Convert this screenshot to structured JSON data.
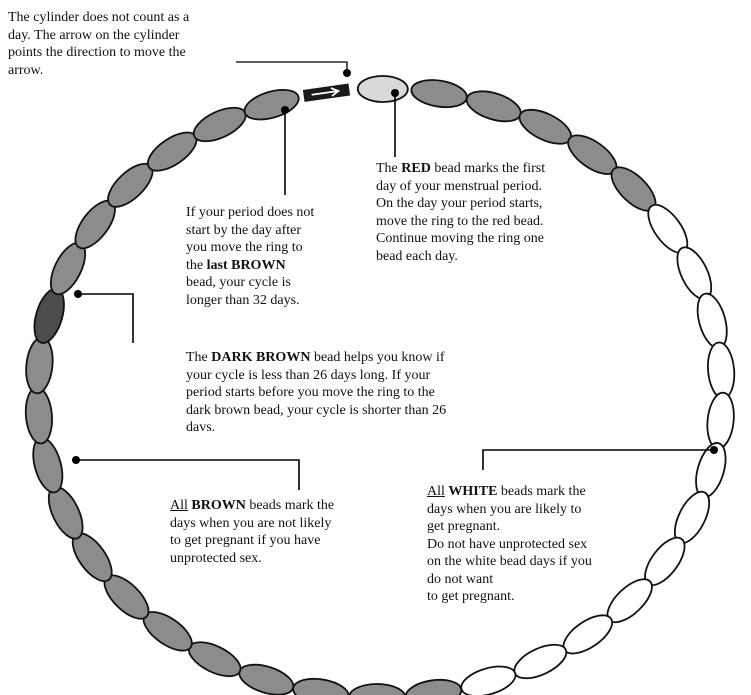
{
  "colors": {
    "brown_bead": "#8c8c8c",
    "dark_brown_bead": "#4d4d4d",
    "white_bead": "#ffffff",
    "red_bead": "#d9d9d9",
    "outline": "#111111",
    "leader": "#000000"
  },
  "beads": {
    "order": [
      "cylinder",
      "red",
      "brown",
      "brown",
      "brown",
      "brown",
      "brown",
      "white",
      "white",
      "white",
      "white",
      "white",
      "white",
      "white",
      "white",
      "white",
      "white",
      "white",
      "white",
      "brown",
      "brown",
      "brown",
      "brown",
      "brown",
      "brown",
      "brown",
      "brown",
      "brown",
      "brown",
      "brown",
      "brown",
      "dark-brown",
      "brown",
      "brown",
      "brown",
      "brown",
      "brown",
      "brown"
    ]
  },
  "annotations": {
    "cylinder": {
      "lines": [
        [
          {
            "t": "The cylinder does not count as a"
          }
        ],
        [
          {
            "t": "day. The arrow on the cylinder"
          }
        ],
        [
          {
            "t": "points the direction to move the"
          }
        ],
        [
          {
            "t": "arrow."
          }
        ]
      ]
    },
    "red": {
      "lines": [
        [
          {
            "t": "The "
          },
          {
            "t": "RED",
            "b": true
          },
          {
            "t": " bead marks the first"
          }
        ],
        [
          {
            "t": "day of your menstrual period."
          }
        ],
        [
          {
            "t": "On the day your period starts,"
          }
        ],
        [
          {
            "t": "move the ring to the red bead."
          }
        ],
        [
          {
            "t": "Continue moving the ring one"
          }
        ],
        [
          {
            "t": "bead each day."
          }
        ]
      ]
    },
    "last_brown": {
      "lines": [
        [
          {
            "t": "If your period does not"
          }
        ],
        [
          {
            "t": "start by the day after"
          }
        ],
        [
          {
            "t": "you move the ring to"
          }
        ],
        [
          {
            "t": "the "
          },
          {
            "t": "last BROWN",
            "b": true
          }
        ],
        [
          {
            "t": "bead, your cycle is"
          }
        ],
        [
          {
            "t": "longer than 32 days."
          }
        ]
      ]
    },
    "dark_brown": {
      "lines": [
        [
          {
            "t": "The "
          },
          {
            "t": "DARK BROWN",
            "b": true
          },
          {
            "t": " bead helps you know if"
          }
        ],
        [
          {
            "t": "your cycle is less than 26 days long.  If your"
          }
        ],
        [
          {
            "t": "period starts before you move the ring to the"
          }
        ],
        [
          {
            "t": "dark brown bead, your cycle is shorter than 26"
          }
        ],
        [
          {
            "t": "davs."
          }
        ]
      ]
    },
    "brown": {
      "lines": [
        [
          {
            "t": "All",
            "u": true
          },
          {
            "t": " "
          },
          {
            "t": "BROWN",
            "b": true
          },
          {
            "t": " beads mark the"
          }
        ],
        [
          {
            "t": "days when you are not likely"
          }
        ],
        [
          {
            "t": "to get pregnant if you have"
          }
        ],
        [
          {
            "t": "unprotected sex."
          }
        ]
      ]
    },
    "white": {
      "lines": [
        [
          {
            "t": "All",
            "u": true
          },
          {
            "t": " "
          },
          {
            "t": "WHITE",
            "b": true
          },
          {
            "t": " beads mark the"
          }
        ],
        [
          {
            "t": "days when you are likely to"
          }
        ],
        [
          {
            "t": "get pregnant."
          }
        ],
        [
          {
            "t": "Do not have unprotected sex"
          }
        ],
        [
          {
            "t": "on the white bead days if you"
          }
        ],
        [
          {
            "t": "do not want"
          }
        ],
        [
          {
            "t": "to get pregnant."
          }
        ]
      ]
    }
  }
}
